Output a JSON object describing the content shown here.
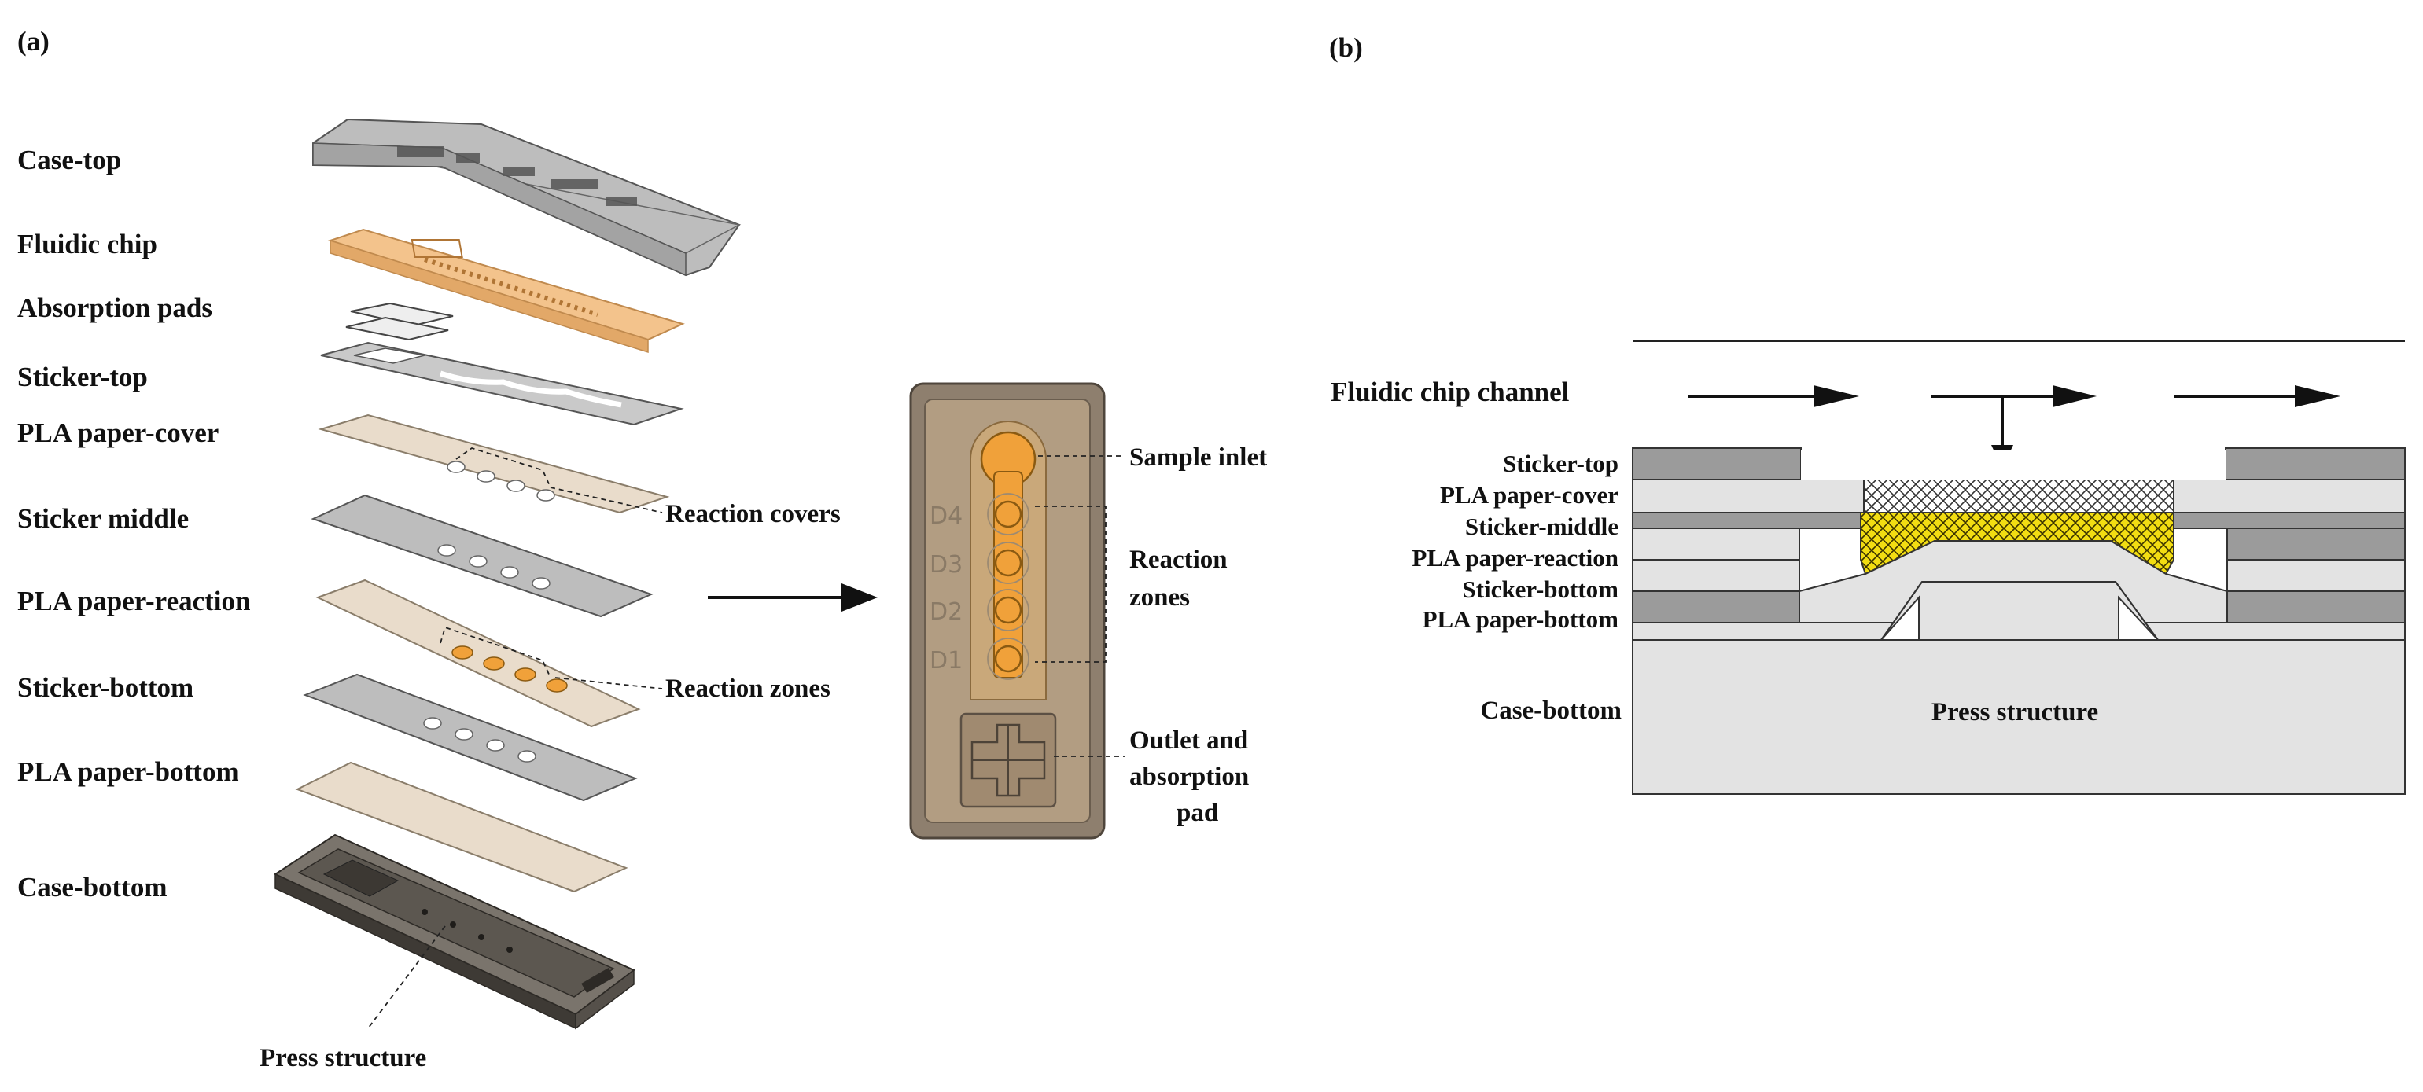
{
  "panel_a": {
    "tag": "(a)",
    "layers": [
      "Case-top",
      "Fluidic chip",
      "Absorption pads",
      "Sticker-top",
      "PLA paper-cover",
      "Sticker middle",
      "PLA paper-reaction",
      "Sticker-bottom",
      "PLA paper-bottom",
      "Case-bottom"
    ],
    "callouts": {
      "reaction_covers": "Reaction covers",
      "reaction_zones": "Reaction zones",
      "press_structure": "Press structure"
    },
    "chip_view": {
      "zone_ids": [
        "D4",
        "D3",
        "D2",
        "D1"
      ],
      "sample_inlet": "Sample inlet",
      "reaction_zones": [
        "Reaction",
        "zones"
      ],
      "outlet": [
        "Outlet and",
        "absorption",
        "pad"
      ]
    }
  },
  "panel_b": {
    "tag": "(b)",
    "channel_label": "Fluidic chip channel",
    "layers": [
      "Sticker-top",
      "PLA paper-cover",
      "Sticker-middle",
      "PLA paper-reaction",
      "Sticker-bottom",
      "PLA paper-bottom"
    ],
    "case_bottom": "Case-bottom",
    "press_structure": "Press structure"
  },
  "colors": {
    "sticker_gray": "#9b9b9b",
    "paper_light": "#e3e3e3",
    "reaction_yellow": "#f2dd12",
    "chip_orange": "#f3c38c",
    "paper_beige": "#e9dccb",
    "case_dark": "#4a4641"
  }
}
